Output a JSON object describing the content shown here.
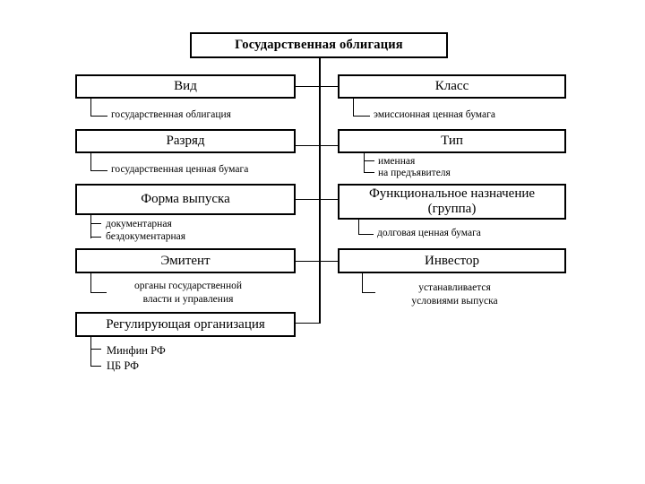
{
  "diagram": {
    "title": "Государственная облигация",
    "type": "hierarchy-tree",
    "language": "ru",
    "colors": {
      "background": "#ffffff",
      "stroke": "#000000",
      "text": "#000000"
    },
    "root": {
      "label": "Государственная облигация"
    },
    "nodes": [
      {
        "id": "vid",
        "label": "Вид",
        "column": "left",
        "row": 1,
        "children": [
          "государственная облигация"
        ]
      },
      {
        "id": "klass",
        "label": "Класс",
        "column": "right",
        "row": 1,
        "children": [
          "эмиссионная ценная бумага"
        ]
      },
      {
        "id": "razryad",
        "label": "Разряд",
        "column": "left",
        "row": 2,
        "children": [
          "государственная ценная бумага"
        ]
      },
      {
        "id": "tip",
        "label": "Тип",
        "column": "right",
        "row": 2,
        "children": [
          "именная",
          "на предъявителя"
        ]
      },
      {
        "id": "forma-vypuska",
        "label": "Форма выпуска",
        "column": "left",
        "row": 3,
        "children": [
          "документарная",
          "бездокументарная"
        ]
      },
      {
        "id": "funkcionalnoe-naznachenie",
        "label_line1": "Функциональное назначение",
        "label_line2": "(группа)",
        "column": "right",
        "row": 3,
        "children": [
          "долговая ценная бумага"
        ]
      },
      {
        "id": "emitent",
        "label": "Эмитент",
        "column": "left",
        "row": 4,
        "children_line1": "органы государственной",
        "children_line2": "власти и управления"
      },
      {
        "id": "investor",
        "label": "Инвестор",
        "column": "right",
        "row": 4,
        "children_line1": "устанавливается",
        "children_line2": "условиями выпуска"
      },
      {
        "id": "reguliruyushchaya-organizaciya",
        "label": "Регулирующая организация",
        "column": "left",
        "row": 5,
        "children": [
          "Минфин РФ",
          "ЦБ РФ"
        ]
      }
    ]
  }
}
